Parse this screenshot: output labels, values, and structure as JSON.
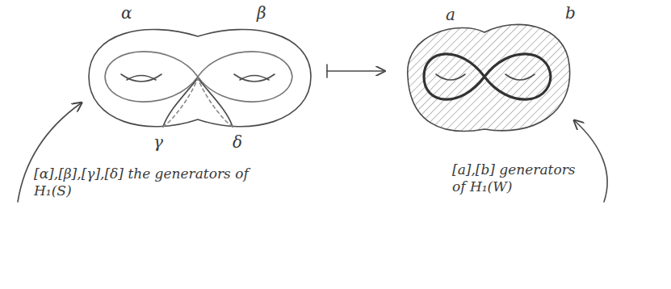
{
  "diagram": {
    "labels": [
      "α",
      "β",
      "γ",
      "δ",
      "a",
      "b",
      "[α],[β],[γ],[δ] the generators of H₁(S)",
      "[a],[b] generators of H₁(W)"
    ]
  }
}
